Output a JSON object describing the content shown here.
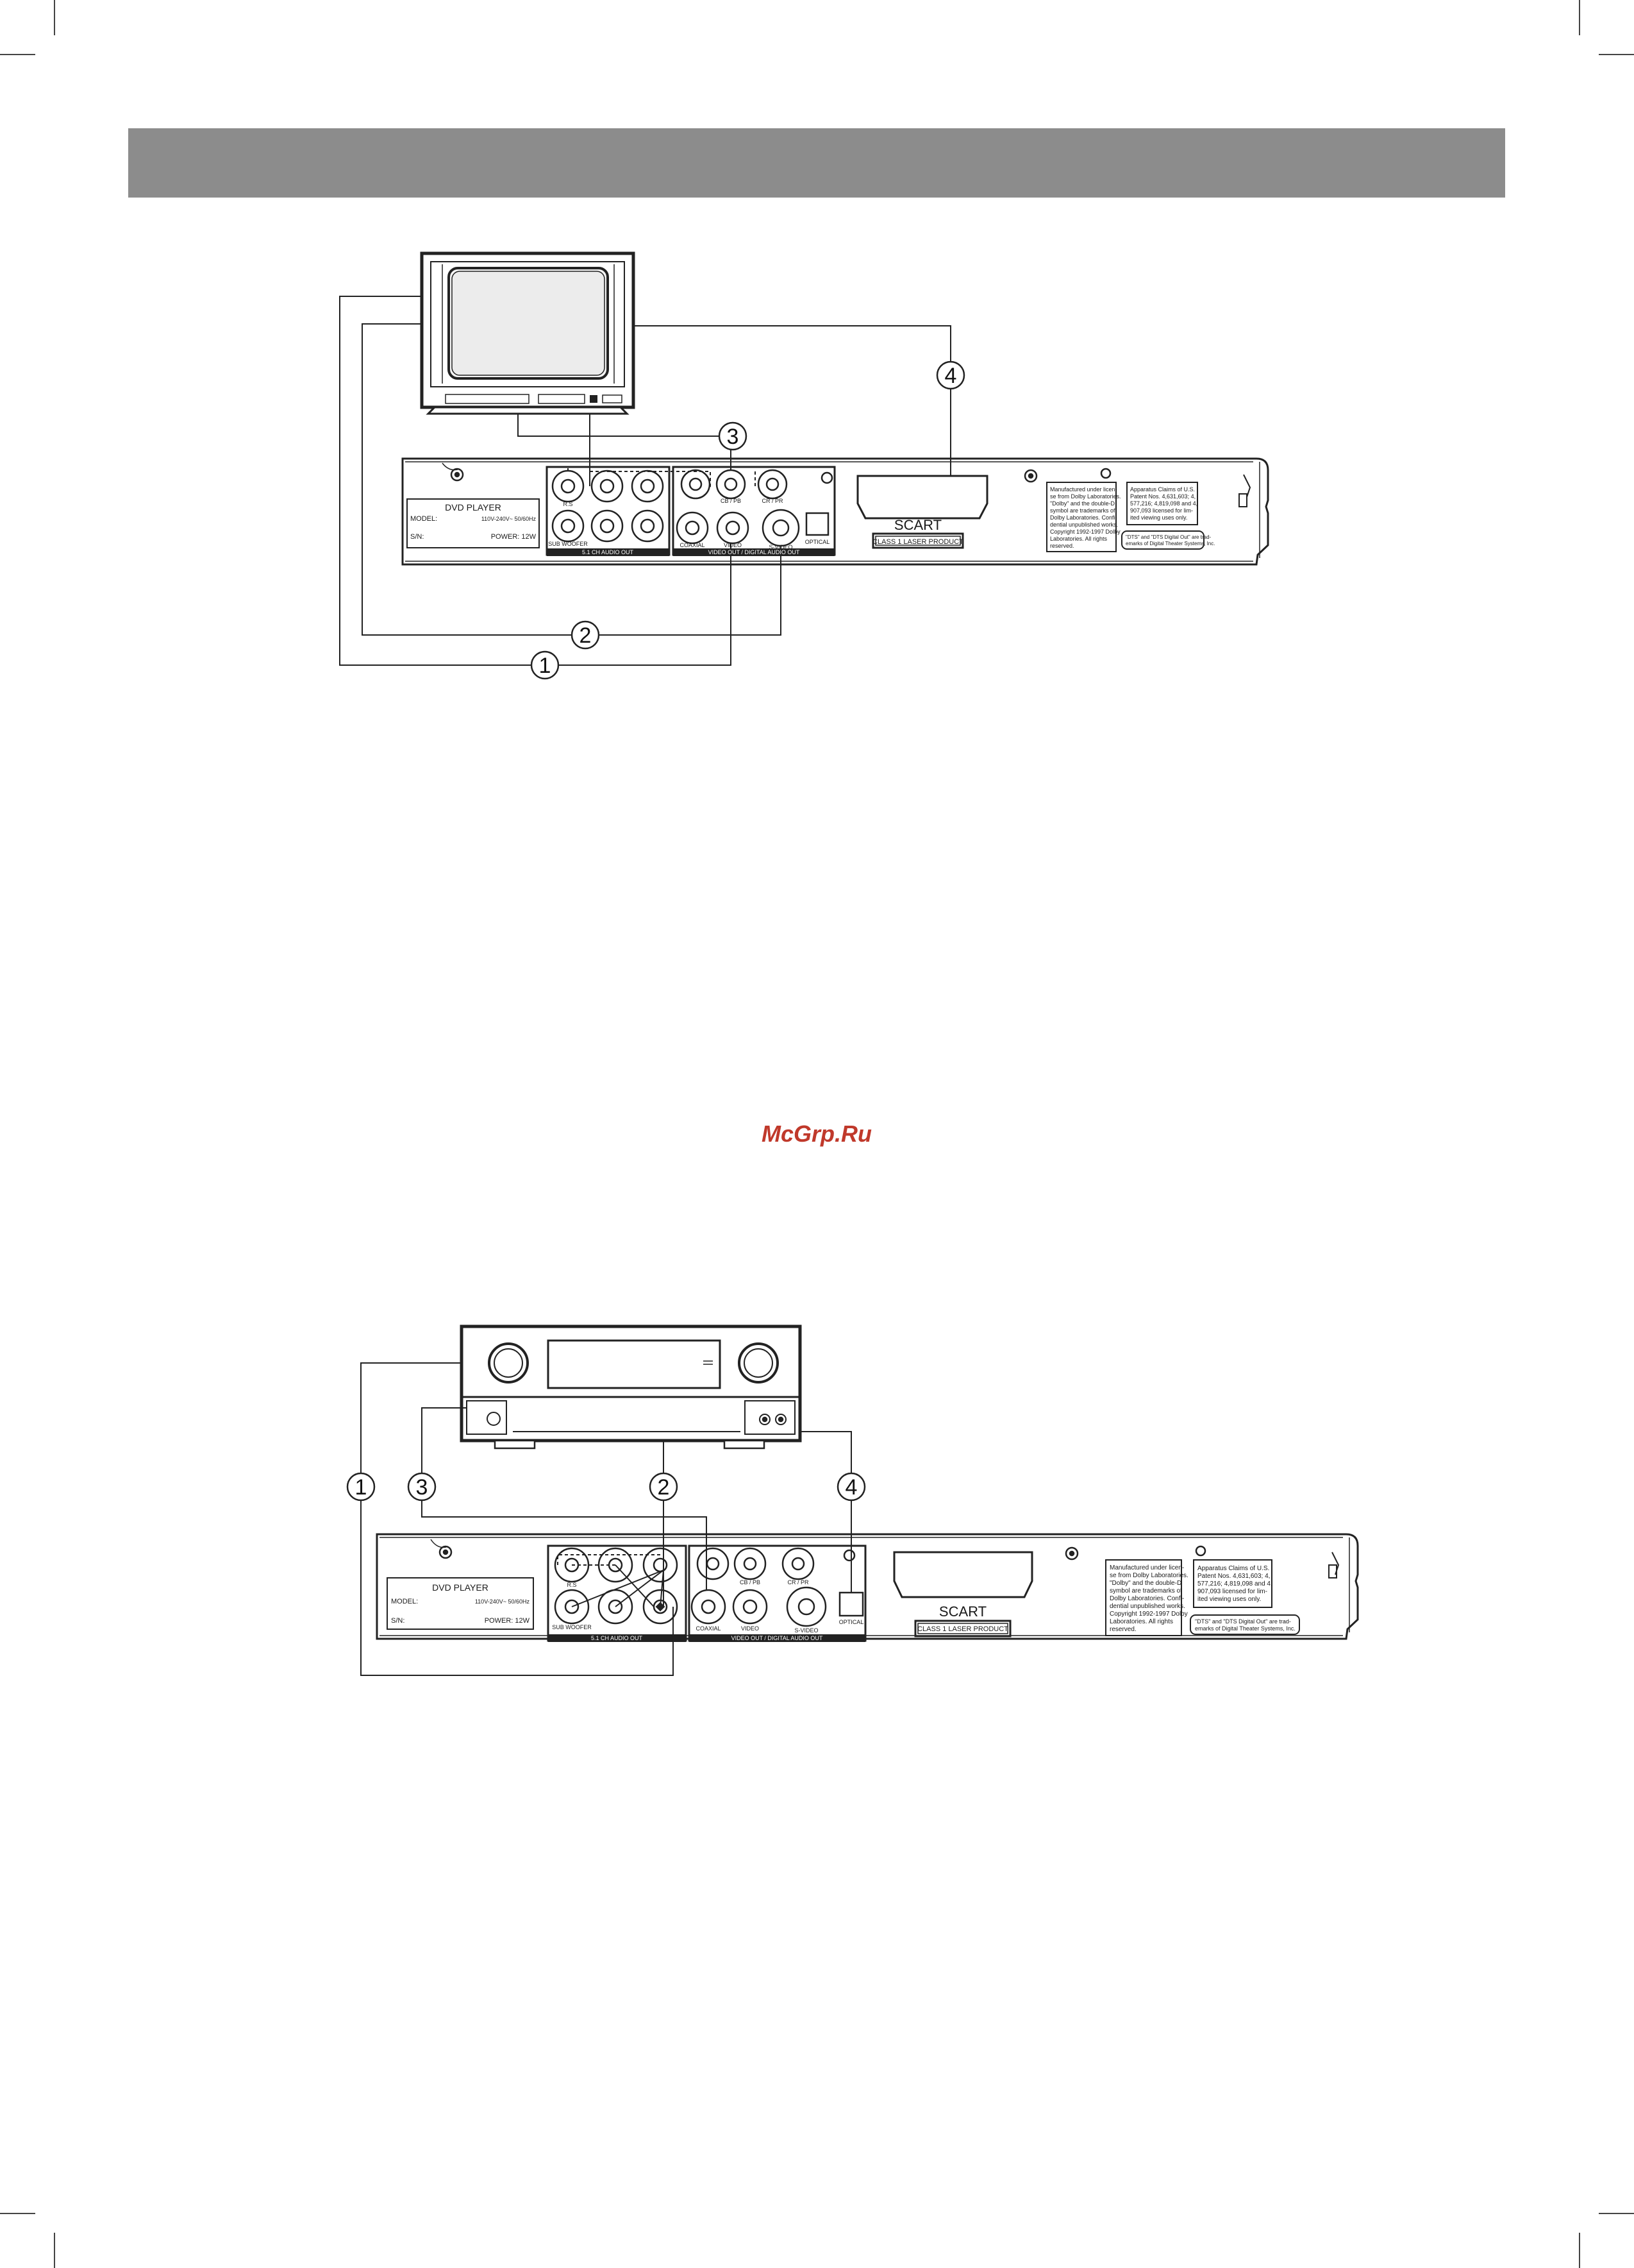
{
  "watermark": "McGrp.Ru",
  "colors": {
    "header_bar": "#8c8c8c",
    "line": "#222222",
    "watermark": "#c0392b"
  },
  "player": {
    "title": "DVD PLAYER",
    "model_label": "MODEL:",
    "voltage": "110V-240V~ 50/60Hz",
    "sn_label": "S/N:",
    "power": "POWER: 12W",
    "audio_panel_label": "5.1 CH AUDIO OUT",
    "video_panel_label": "VIDEO OUT / DIGITAL AUDIO OUT",
    "scart": "SCART",
    "laser": "CLASS 1 LASER PRODUCT",
    "jacks": {
      "rs": "R.S",
      "subwoofer": "SUB WOOFER",
      "coaxial": "COAXIAL",
      "video": "VIDEO",
      "svideo": "S-VIDEO",
      "optical": "OPTICAL",
      "cbpb": "CB / PB",
      "crpr": "CR / PR"
    },
    "dolby_notice": [
      "Manufactured under licen-",
      "se from Dolby Laboratories.",
      "\"Dolby\" and the double-D",
      "symbol are trademarks of",
      "Dolby Laboratories. Confi-",
      "dential unpublished works.",
      "Copyright 1992-1997 Dolby",
      "Laboratories. All rights",
      "reserved."
    ],
    "patent_notice": [
      "Apparatus Claims of U.S.",
      "Patent Nos. 4,631,603; 4,",
      "577,216; 4,819,098 and 4,",
      "907,093 licensed for lim-",
      "ited viewing uses only."
    ],
    "dts_notice": [
      "\"DTS\" and \"DTS Digital Out\" are trad-",
      "emarks of Digital Theater Systems, Inc."
    ]
  },
  "diagram_top": {
    "callouts": [
      "1",
      "2",
      "3",
      "4"
    ]
  },
  "diagram_bottom": {
    "callouts": [
      "1",
      "3",
      "2",
      "4"
    ]
  }
}
